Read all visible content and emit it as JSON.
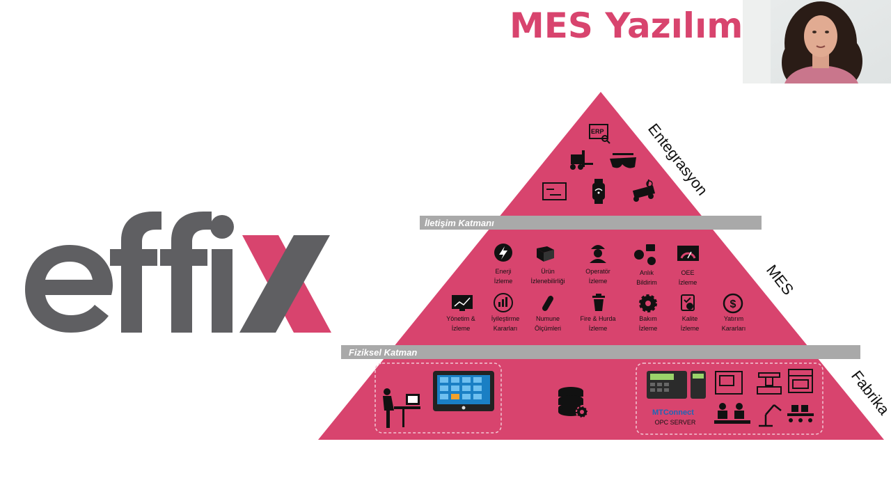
{
  "title": "MES Yazılım",
  "logo": {
    "text": "effix"
  },
  "layers": {
    "top_label": "Entegrasyon",
    "middle_label": "MES",
    "bottom_label": "Fabrika"
  },
  "bands": {
    "communication": "İletişim Katmanı",
    "physical": "Fiziksel Katman"
  },
  "top_icons": {
    "erp": "ERP"
  },
  "mes_row1": [
    {
      "line1": "Enerji",
      "line2": "İzleme",
      "icon": "lightning-icon"
    },
    {
      "line1": "Ürün",
      "line2": "İzlenebilirliği",
      "icon": "box-icon"
    },
    {
      "line1": "Operatör",
      "line2": "İzleme",
      "icon": "worker-icon"
    },
    {
      "line1": "Anlık",
      "line2": "Bildirim",
      "icon": "notification-icon"
    },
    {
      "line1": "OEE",
      "line2": "İzleme",
      "icon": "gauge-icon"
    }
  ],
  "mes_row2": [
    {
      "line1": "Yönetim &",
      "line2": "İzleme",
      "icon": "monitor-chart-icon"
    },
    {
      "line1": "İyileştirme",
      "line2": "Kararları",
      "icon": "improvement-icon"
    },
    {
      "line1": "Numune",
      "line2": "Ölçümleri",
      "icon": "test-tube-icon"
    },
    {
      "line1": "Fire & Hurda",
      "line2": "İzleme",
      "icon": "trash-icon"
    },
    {
      "line1": "Bakım",
      "line2": "İzleme",
      "icon": "gear-icon"
    },
    {
      "line1": "Kalite",
      "line2": "İzleme",
      "icon": "quality-icon"
    },
    {
      "line1": "Yatırım",
      "line2": "Kararları",
      "icon": "investment-icon"
    }
  ],
  "factory": {
    "mtconnect": "MTConnect",
    "opc": "OPC SERVER"
  },
  "colors": {
    "pink": "#d8446e",
    "band": "#a9a9a9",
    "logo_gray": "#5f5f62"
  }
}
